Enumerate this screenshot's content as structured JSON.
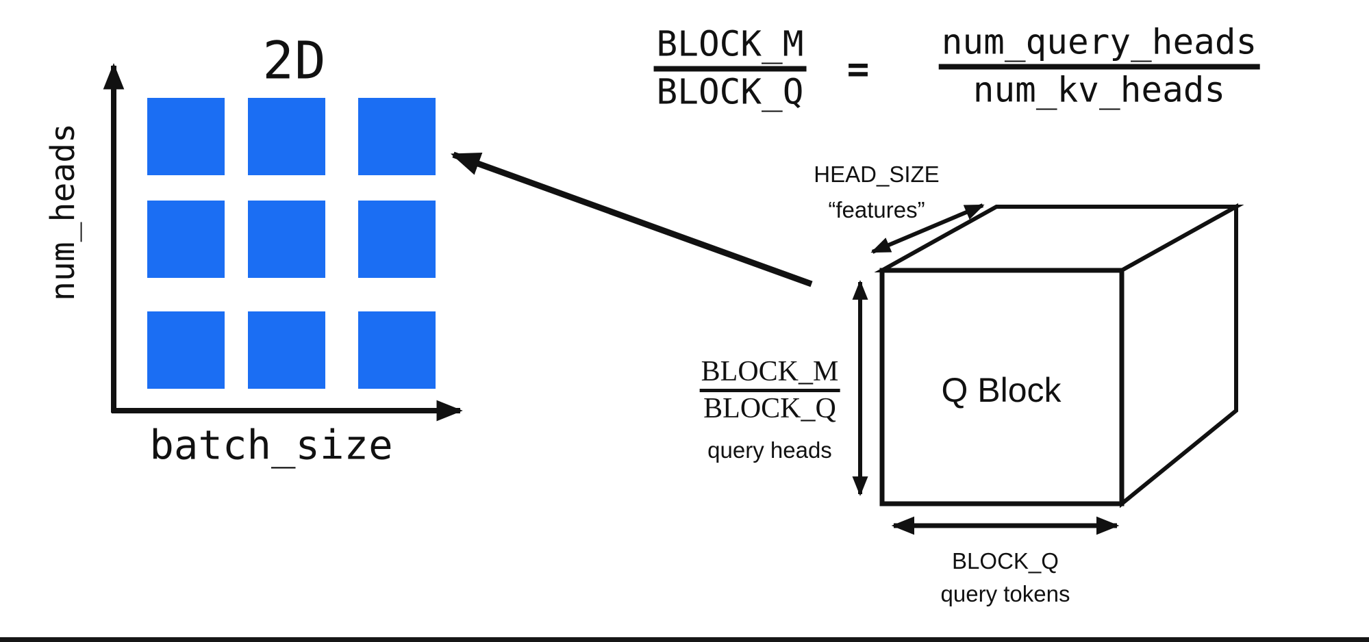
{
  "left_chart": {
    "title": "2D",
    "y_axis_label": "num_heads",
    "x_axis_label": "batch_size",
    "grid": {
      "rows": 3,
      "cols": 3,
      "cell_color": "#1b6ef3"
    }
  },
  "formula": {
    "lhs_numerator": "BLOCK_M",
    "lhs_denominator": "BLOCK_Q",
    "equals": "=",
    "rhs_numerator": "num_query_heads",
    "rhs_denominator": "num_kv_heads"
  },
  "cube": {
    "label": "Q Block",
    "depth_label_line1": "HEAD_SIZE",
    "depth_label_line2": "“features”",
    "height_label_numerator": "BLOCK_M",
    "height_label_denominator": "BLOCK_Q",
    "height_label_caption": "query heads",
    "width_label_line1": "BLOCK_Q",
    "width_label_line2": "query tokens"
  },
  "colors": {
    "block_blue": "#1b6ef3",
    "ink": "#111111",
    "bottom_bar": "#161616"
  }
}
